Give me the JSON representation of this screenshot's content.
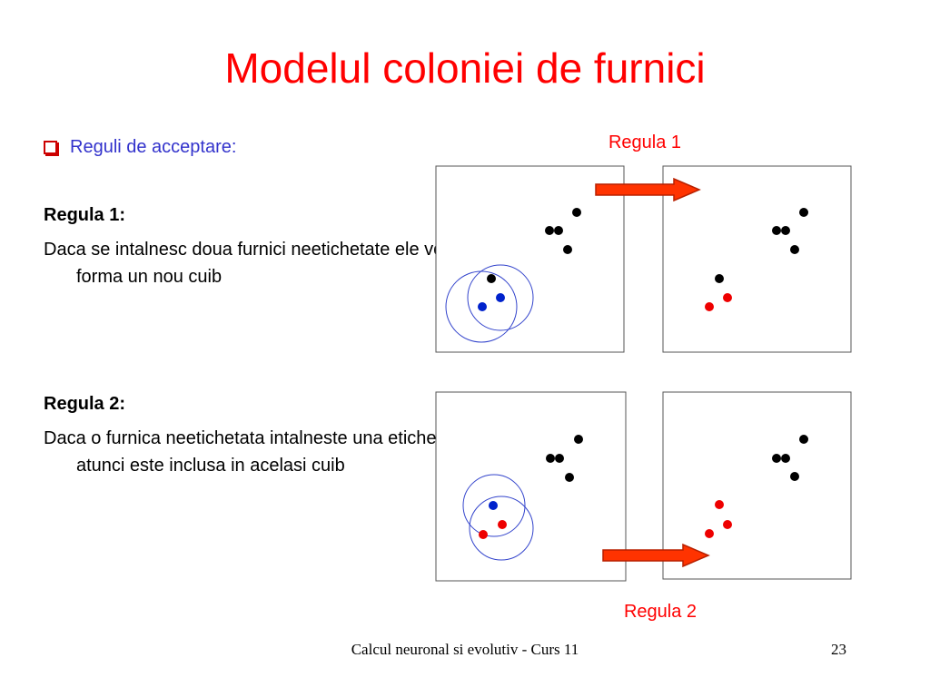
{
  "slide": {
    "title": "Modelul coloniei de furnici",
    "bullet": "Reguli de acceptare:",
    "rule1_heading": "Regula 1:",
    "rule1_text": "Daca se intalnesc doua furnici neetichetate ele vor forma un nou cuib",
    "rule2_heading": "Regula 2:",
    "rule2_text": "Daca o furnica neetichetata intalneste una etichetata atunci este inclusa in acelasi cuib"
  },
  "diagram": {
    "label_rule1": "Regula 1",
    "label_rule2": "Regula 2",
    "colors": {
      "title": "#ff0000",
      "bullet_text": "#3333cc",
      "arrow_fill": "#ff3300",
      "arrow_stroke": "#b82000",
      "circle": "#3344cc",
      "ant_unlabeled": "#000000",
      "ant_selected": "#0022cc",
      "ant_labeled": "#ee0000"
    }
  },
  "footer": {
    "course": "Calcul neuronal si evolutiv - Curs 11",
    "page": "23"
  }
}
